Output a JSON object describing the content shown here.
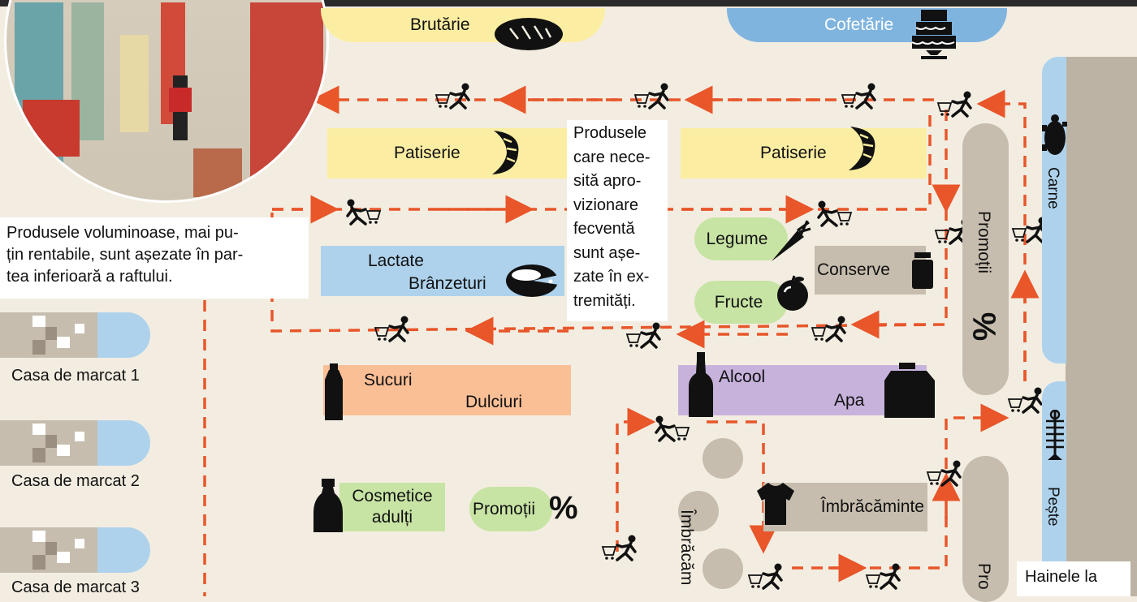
{
  "sections": {
    "brutarie": "Brutărie",
    "cofetarie": "Cofetărie",
    "patiserie_left": "Patiserie",
    "patiserie_right": "Patiserie",
    "lactate": "Lactate",
    "branzeturi": "Brânzeturi",
    "legume": "Legume",
    "fructe": "Fructe",
    "conserve": "Conserve",
    "sucuri": "Sucuri",
    "dulciuri": "Dulciuri",
    "alcool": "Alcool",
    "apa": "Apa",
    "cosmetice_1": "Cosmetice",
    "cosmetice_2": "adulți",
    "promotii_left": "Promoții",
    "imbracaminte": "Îmbrăcăminte",
    "imbracaminte_vertical": "Îmbrăcăm",
    "promotii_right": "Promoții",
    "promotii_bottom": "Pro",
    "carne": "Carne",
    "peste": "Pește"
  },
  "notes": {
    "voluminoase": [
      "Produsele voluminoase, mai pu-",
      "țin rentabile, sunt așezate în par-",
      "tea inferioară a raftului."
    ],
    "frecvente": [
      "Produsele",
      "care nece-",
      "sită apro-",
      "vizionare",
      "fecventă",
      "sunt așe-",
      "zate în ex-",
      "tremități."
    ],
    "haine": "Hainele la"
  },
  "cashiers": [
    "Casa de marcat 1",
    "Casa de marcat 2",
    "Casa de marcat 3"
  ],
  "symbols": {
    "percent": "%"
  },
  "colors": {
    "route": "#e8562a",
    "yellow": "#fbeea2",
    "blue": "#aed2ec",
    "orange": "#fbbf96",
    "purple": "#c7b2dc",
    "green": "#c8e4a4",
    "grey": "#c6bdae"
  }
}
